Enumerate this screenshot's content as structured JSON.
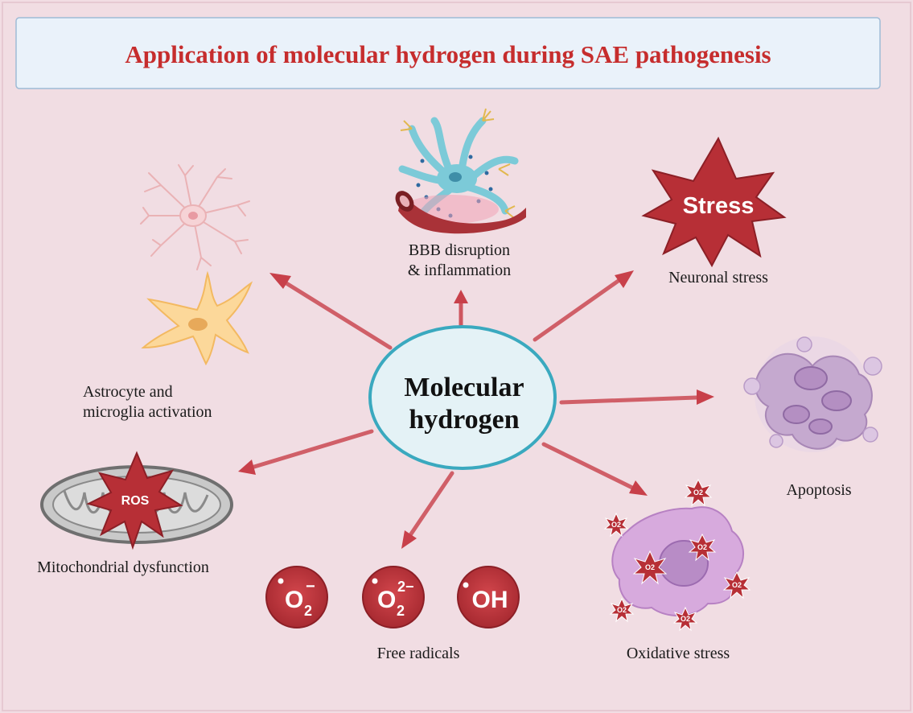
{
  "title": "Application of molecular hydrogen during SAE pathogenesis",
  "center": {
    "line1": "Molecular",
    "line2": "hydrogen"
  },
  "labels": {
    "bbb_line1": "BBB disruption",
    "bbb_line2": "& inflammation",
    "neuronal_stress": "Neuronal stress",
    "astro_line1": "Astrocyte and",
    "astro_line2": "microglia activation",
    "apoptosis": "Apoptosis",
    "mito": "Mitochondrial dysfunction",
    "free_radicals": "Free radicals",
    "oxidative_stress": "Oxidative stress"
  },
  "badges": {
    "stress": "Stress",
    "ros": "ROS",
    "o2": "O2"
  },
  "radicals": [
    {
      "main": "O",
      "sub": "2",
      "sup": "−"
    },
    {
      "main": "O",
      "sub": "2",
      "sup": "2−"
    },
    {
      "main": "OH",
      "sub": "",
      "sup": ""
    }
  ],
  "colors": {
    "background": "#f1dde3",
    "title_box": "#eaf2fa",
    "title_text": "#c62d2d",
    "arrow": "#c8404a",
    "center_fill": "#e4f2f6",
    "center_stroke": "#3aa9bf",
    "badge_red": "#b72f36"
  }
}
